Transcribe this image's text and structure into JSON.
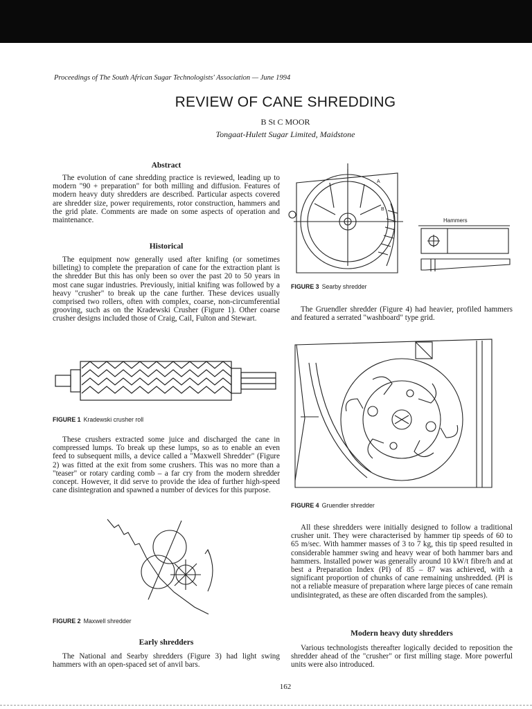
{
  "header": "Proceedings of The South African Sugar Technologists' Association — June 1994",
  "title": "REVIEW OF CANE SHREDDING",
  "author": "B St C MOOR",
  "affiliation": "Tongaat-Hulett Sugar Limited, Maidstone",
  "sections": {
    "abstract_heading": "Abstract",
    "abstract": "The evolution of cane shredding practice is reviewed, leading up to modern \"90 + preparation\" for both milling and diffusion. Features of modern heavy duty shredders are described. Particular aspects covered are shredder size, power requirements, rotor construction, hammers and the grid plate. Comments are made on some aspects of operation and maintenance.",
    "historical_heading": "Historical",
    "historical_p1": "The equipment now generally used after knifing (or sometimes billeting) to complete the preparation of cane for the extraction plant is the shredder But this has only been so over the past 20 to 50 years in most cane sugar industries. Previously, initial knifing was followed by a heavy \"crusher\" to break up the cane further. These devices usually comprised two rollers, often with complex, coarse, non-circumferential grooving, such as on the Kradewski Crusher (Figure 1). Other coarse crusher designs included those of Craig, Cail, Fulton and Stewart.",
    "historical_p2": "These crushers extracted some juice and discharged the cane in compressed lumps. To break up these lumps, so as to enable an even feed to subsequent mills, a device called a \"Maxwell Shredder\" (Figure 2) was fitted at the exit from some crushers. This was no more than a \"teaser\" or rotary carding comb – a far cry from the modern shredder concept. However, it did serve to provide the idea of further high-speed cane disintegration and spawned a number of devices for this purpose.",
    "early_heading": "Early shredders",
    "early_p1": "The National and Searby shredders (Figure 3) had light swing hammers with an open-spaced set of anvil bars.",
    "gruendler_p": "The Gruendler shredder (Figure 4) had heavier, profiled hammers and featured a serrated \"washboard\" type grid.",
    "right_p1": "All these shredders were initially designed to follow a traditional crusher unit. They were characterised by hammer tip speeds of 60 to 65 m/sec. With hammer masses of 3 to 7 kg, this tip speed resulted in considerable hammer swing and heavy wear of both hammer bars and hammers. Installed power was generally around 10 kW/t fibre/h and at best a Preparation Index (PI) of 85 – 87 was achieved, with a significant proportion of chunks of cane remaining unshredded. (PI is not a reliable measure of preparation where large pieces of cane remain undisintegrated, as these are often discarded from the samples).",
    "modern_heading": "Modern heavy duty shredders",
    "modern_p1": "Various technologists thereafter logically decided to reposition the shredder ahead of the \"crusher\" or first milling stage. More powerful units were also introduced."
  },
  "figures": {
    "fig1": {
      "label": "FIGURE 1",
      "caption": "Kradewski crusher roll"
    },
    "fig2": {
      "label": "FIGURE 2",
      "caption": "Maxwell shredder"
    },
    "fig3": {
      "label": "FIGURE 3",
      "caption": "Searby shredder",
      "hammers_label": "Hammers",
      "marks": [
        "A",
        "B"
      ]
    },
    "fig4": {
      "label": "FIGURE 4",
      "caption": "Gruendler shredder"
    }
  },
  "page_number": "162"
}
